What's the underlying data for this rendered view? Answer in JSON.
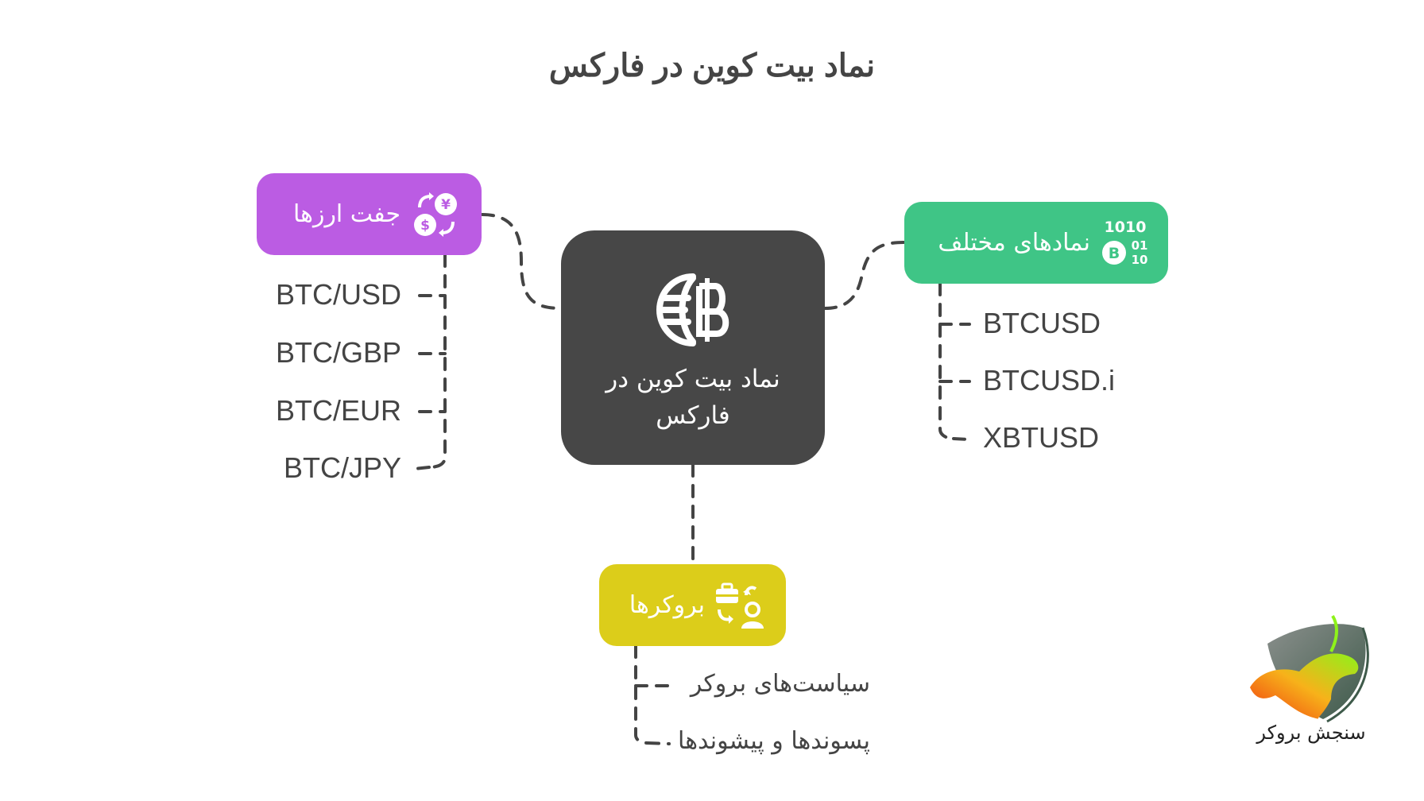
{
  "title": "نماد بیت کوین در فارکس",
  "center": {
    "label": "نماد بیت کوین در فارکس",
    "icon": "globe-bitcoin-icon",
    "color": "#474747"
  },
  "branches": {
    "pairs": {
      "label": "جفت ارزها",
      "icon": "currency-exchange-icon",
      "color": "#BB5CE3",
      "items": [
        "BTC/USD",
        "BTC/GBP",
        "BTC/EUR",
        "BTC/JPY"
      ]
    },
    "symbols": {
      "label": "نمادهای مختلف",
      "icon": "bitcoin-binary-icon",
      "color": "#3FC586",
      "icon_digits": [
        "1010",
        "01",
        "10"
      ],
      "items": [
        "BTCUSD",
        "BTCUSD.i",
        "XBTUSD"
      ]
    },
    "brokers": {
      "label": "بروکرها",
      "icon": "broker-exchange-icon",
      "color": "#DCCD1A",
      "items": [
        "سیاست‌های بروکر",
        "پسوندها و پیشوندها"
      ]
    }
  },
  "logo": {
    "text": "سنجش بروکر",
    "icon": "bull-bear-shield-logo"
  },
  "connector_color": "#444444"
}
